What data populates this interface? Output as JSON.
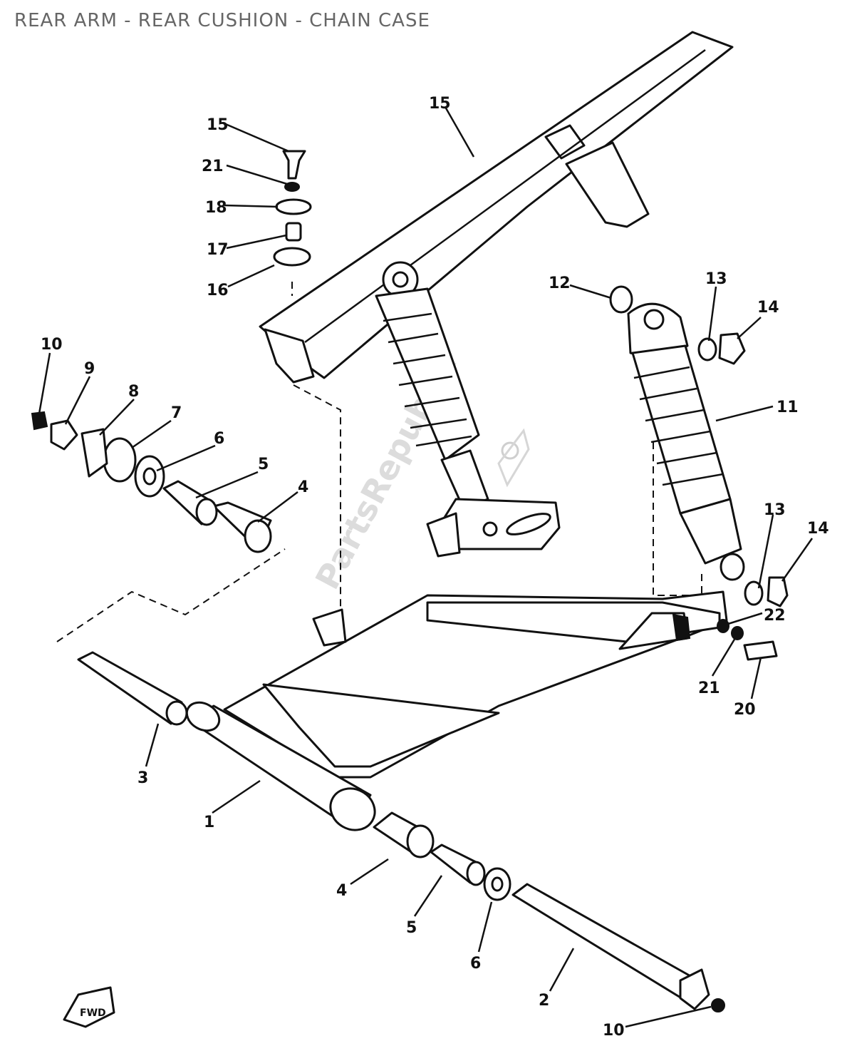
{
  "title": "REAR ARM - REAR CUSHION - CHAIN CASE",
  "watermark": "PartsRepublik",
  "fwd_mark": "FWD",
  "callouts": [
    {
      "id": "c1",
      "label": "1"
    },
    {
      "id": "c2",
      "label": "2"
    },
    {
      "id": "c3",
      "label": "3"
    },
    {
      "id": "c4a",
      "label": "4"
    },
    {
      "id": "c4b",
      "label": "4"
    },
    {
      "id": "c5a",
      "label": "5"
    },
    {
      "id": "c5b",
      "label": "5"
    },
    {
      "id": "c6a",
      "label": "6"
    },
    {
      "id": "c6b",
      "label": "6"
    },
    {
      "id": "c7",
      "label": "7"
    },
    {
      "id": "c8",
      "label": "8"
    },
    {
      "id": "c9",
      "label": "9"
    },
    {
      "id": "c10a",
      "label": "10"
    },
    {
      "id": "c10b",
      "label": "10"
    },
    {
      "id": "c11",
      "label": "11"
    },
    {
      "id": "c12",
      "label": "12"
    },
    {
      "id": "c13a",
      "label": "13"
    },
    {
      "id": "c13b",
      "label": "13"
    },
    {
      "id": "c14a",
      "label": "14"
    },
    {
      "id": "c14b",
      "label": "14"
    },
    {
      "id": "c15a",
      "label": "15"
    },
    {
      "id": "c15b",
      "label": "15"
    },
    {
      "id": "c16",
      "label": "16"
    },
    {
      "id": "c17",
      "label": "17"
    },
    {
      "id": "c18",
      "label": "18"
    },
    {
      "id": "c20",
      "label": "20"
    },
    {
      "id": "c21a",
      "label": "21"
    },
    {
      "id": "c21b",
      "label": "21"
    },
    {
      "id": "c22",
      "label": "22"
    }
  ]
}
